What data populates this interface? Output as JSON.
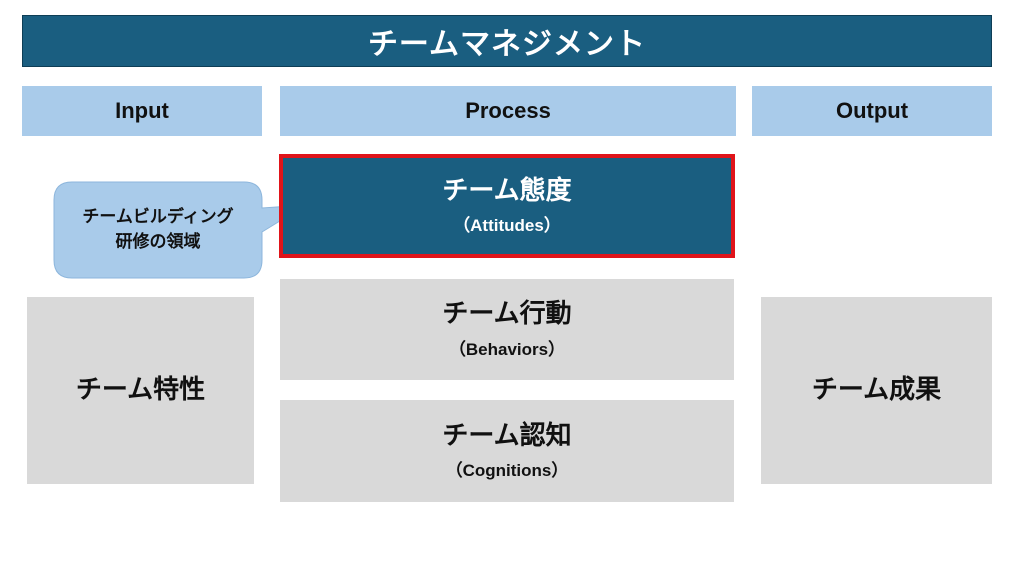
{
  "title": "チームマネジメント",
  "headers": {
    "input": "Input",
    "process": "Process",
    "output": "Output"
  },
  "callout": {
    "line1": "チームビルディング",
    "line2": "研修の領域"
  },
  "process": {
    "attitudes": {
      "label": "チーム態度",
      "sub": "（Attitudes）"
    },
    "behaviors": {
      "label": "チーム行動",
      "sub": "（Behaviors）"
    },
    "cognitions": {
      "label": "チーム認知",
      "sub": "（Cognitions）"
    }
  },
  "input_box": {
    "label": "チーム特性"
  },
  "output_box": {
    "label": "チーム成果"
  },
  "colors": {
    "title_bg": "#1a5e80",
    "header_bg": "#a9cbea",
    "box_bg": "#d9d9d9",
    "highlight_border": "#e0141a",
    "callout_bg": "#a9cbea"
  }
}
